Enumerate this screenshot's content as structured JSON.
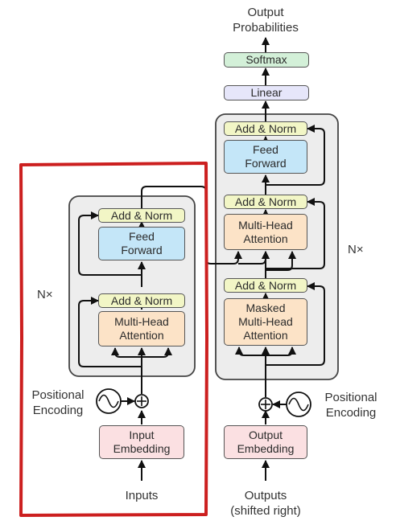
{
  "encoder": {
    "add_norm_top": "Add & Norm",
    "feed_forward": [
      "Feed",
      "Forward"
    ],
    "add_norm_bottom": "Add & Norm",
    "attention": [
      "Multi-Head",
      "Attention"
    ],
    "repeat": "N×",
    "positional_encoding": [
      "Positional",
      "Encoding"
    ],
    "embedding": [
      "Input",
      "Embedding"
    ],
    "inputs": "Inputs"
  },
  "decoder": {
    "output_probabilities": [
      "Output",
      "Probabilities"
    ],
    "softmax": "Softmax",
    "linear": "Linear",
    "add_norm_top": "Add & Norm",
    "feed_forward": [
      "Feed",
      "Forward"
    ],
    "add_norm_middle": "Add & Norm",
    "cross_attention": [
      "Multi-Head",
      "Attention"
    ],
    "add_norm_bottom": "Add & Norm",
    "masked_attention": [
      "Masked",
      "Multi-Head",
      "Attention"
    ],
    "repeat": "N×",
    "positional_encoding": [
      "Positional",
      "Encoding"
    ],
    "embedding": [
      "Output",
      "Embedding"
    ],
    "outputs": [
      "Outputs",
      "(shifted right)"
    ]
  },
  "colors": {
    "highlight": "#cc1f1f",
    "add_norm": "#f2f6c6",
    "feed_forward": "#c4e6f8",
    "attention": "#fce3c7",
    "embedding": "#fbe0e2",
    "linear": "#e6e6fa",
    "softmax": "#d3f0d8",
    "stack_fill": "#ededed"
  }
}
